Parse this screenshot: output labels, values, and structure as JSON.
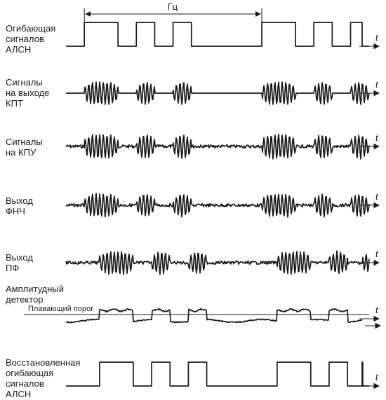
{
  "period_label": "Гц",
  "axis_label": "t",
  "threshold_label": "Плавающий порог",
  "rows": [
    {
      "id": "row1",
      "label_lines": [
        "Огибающая",
        "сигналов",
        "АЛСН"
      ],
      "kind": "square",
      "pulses": [
        [
          0.06,
          0.17
        ],
        [
          0.23,
          0.29
        ],
        [
          0.35,
          0.41
        ],
        [
          0.64,
          0.75
        ],
        [
          0.81,
          0.87
        ],
        [
          0.93,
          0.99
        ]
      ]
    },
    {
      "id": "row2",
      "label_lines": [
        "Сигналы",
        "на выходе",
        "КПТ"
      ],
      "kind": "burst",
      "noise": false,
      "pulses": [
        [
          0.06,
          0.17
        ],
        [
          0.23,
          0.29
        ],
        [
          0.35,
          0.41
        ],
        [
          0.64,
          0.75
        ],
        [
          0.81,
          0.87
        ],
        [
          0.93,
          0.99
        ]
      ]
    },
    {
      "id": "row3",
      "label_lines": [
        "Сигналы",
        "на КПУ"
      ],
      "kind": "burst",
      "noise": true,
      "pulses": [
        [
          0.06,
          0.17
        ],
        [
          0.23,
          0.29
        ],
        [
          0.35,
          0.41
        ],
        [
          0.64,
          0.75
        ],
        [
          0.81,
          0.87
        ],
        [
          0.93,
          0.99
        ]
      ]
    },
    {
      "id": "row4",
      "label_lines": [
        "Выход",
        "ФНЧ"
      ],
      "kind": "burst",
      "noise": true,
      "pulses": [
        [
          0.06,
          0.17
        ],
        [
          0.23,
          0.29
        ],
        [
          0.35,
          0.41
        ],
        [
          0.64,
          0.75
        ],
        [
          0.81,
          0.87
        ],
        [
          0.93,
          0.99
        ]
      ]
    },
    {
      "id": "row5",
      "label_lines": [
        "Выход",
        "ПФ"
      ],
      "kind": "burst",
      "noise": true,
      "pulses": [
        [
          0.11,
          0.22
        ],
        [
          0.28,
          0.34
        ],
        [
          0.4,
          0.46
        ],
        [
          0.69,
          0.8
        ],
        [
          0.86,
          0.92
        ],
        [
          0.97,
          1.0
        ]
      ]
    },
    {
      "id": "row6",
      "label_lines": [
        "Амплитудный",
        "детектор"
      ],
      "kind": "detector",
      "pulses": [
        [
          0.11,
          0.22
        ],
        [
          0.28,
          0.34
        ],
        [
          0.4,
          0.46
        ],
        [
          0.69,
          0.8
        ],
        [
          0.86,
          0.92
        ],
        [
          0.97,
          1.0
        ]
      ]
    },
    {
      "id": "row7",
      "label_lines": [
        "Восстановленная",
        "огибающая",
        "сигналов",
        "АЛСН"
      ],
      "kind": "square",
      "pulses": [
        [
          0.11,
          0.22
        ],
        [
          0.28,
          0.34
        ],
        [
          0.4,
          0.46
        ],
        [
          0.69,
          0.8
        ],
        [
          0.86,
          0.92
        ],
        [
          0.97,
          1.0
        ]
      ]
    }
  ]
}
